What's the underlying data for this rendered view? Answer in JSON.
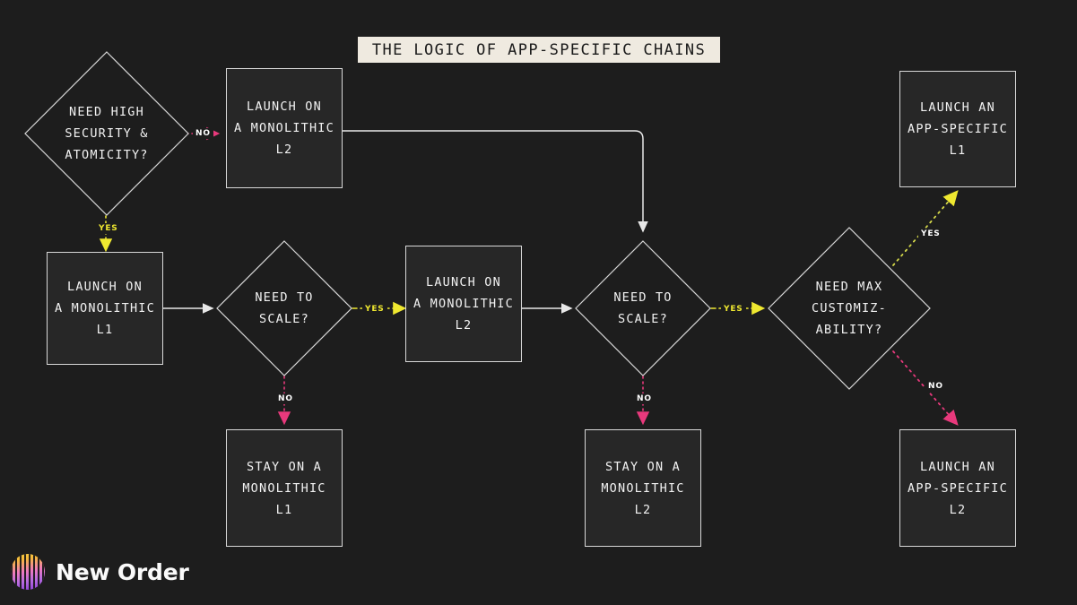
{
  "page": {
    "background_color": "#1d1d1d",
    "title": "THE LOGIC OF APP-SPECIFIC CHAINS"
  },
  "colors": {
    "node_fill": "#272727",
    "node_border": "#d8d8d8",
    "text": "#f2f2f2",
    "yes_accent": "#efe830",
    "no_accent": "#e8397c",
    "solid_edge": "#e8e8e8",
    "title_chip_bg": "#efeae0",
    "title_chip_text": "#1a1a1a"
  },
  "nodes": {
    "d_security": {
      "type": "decision",
      "lines": "NEED HIGH\nSECURITY &\nATOMICITY?"
    },
    "b_mono_l2_top": {
      "type": "process",
      "lines": "LAUNCH ON\nA MONOLITHIC\nL2"
    },
    "b_mono_l1": {
      "type": "process",
      "lines": "LAUNCH ON\nA MONOLITHIC\nL1"
    },
    "d_scale_1": {
      "type": "decision",
      "lines": "NEED TO\nSCALE?"
    },
    "b_mono_l2_mid": {
      "type": "process",
      "lines": "LAUNCH ON\nA MONOLITHIC\nL2"
    },
    "d_scale_2": {
      "type": "decision",
      "lines": "NEED TO\nSCALE?"
    },
    "d_custom": {
      "type": "decision",
      "lines": "NEED MAX\nCUSTOMIZ-\nABILITY?"
    },
    "b_stay_l1": {
      "type": "process",
      "lines": "STAY ON A\nMONOLITHIC\nL1"
    },
    "b_stay_l2": {
      "type": "process",
      "lines": "STAY ON A\nMONOLITHIC\nL2"
    },
    "b_app_l1": {
      "type": "process",
      "lines": "LAUNCH AN\nAPP-SPECIFIC\nL1"
    },
    "b_app_l2": {
      "type": "process",
      "lines": "LAUNCH AN\nAPP-SPECIFIC\nL2"
    }
  },
  "edges": {
    "security_no": {
      "label": "NO",
      "style": "dotted",
      "color": "#e8397c"
    },
    "security_yes": {
      "label": "YES",
      "style": "dotted",
      "color": "#efe830"
    },
    "monol1_to_scale1": {
      "label": "",
      "style": "solid",
      "color": "#e8e8e8"
    },
    "scale1_yes": {
      "label": "YES",
      "style": "dashed",
      "color": "#efe830"
    },
    "scale1_no": {
      "label": "NO",
      "style": "dotted",
      "color": "#e8397c"
    },
    "monol2_to_scale2": {
      "label": "",
      "style": "solid",
      "color": "#e8e8e8"
    },
    "topl2_to_scale2": {
      "label": "",
      "style": "solid",
      "color": "#e8e8e8"
    },
    "scale2_yes": {
      "label": "YES",
      "style": "dashed",
      "color": "#efe830"
    },
    "scale2_no": {
      "label": "NO",
      "style": "dotted",
      "color": "#e8397c"
    },
    "custom_yes": {
      "label": "YES",
      "style": "dotted",
      "color": "#d4d84a"
    },
    "custom_no": {
      "label": "NO",
      "style": "dotted",
      "color": "#e8397c"
    }
  },
  "brand": {
    "name": "New Order",
    "mark": "striped-gradient-circle-logo"
  }
}
